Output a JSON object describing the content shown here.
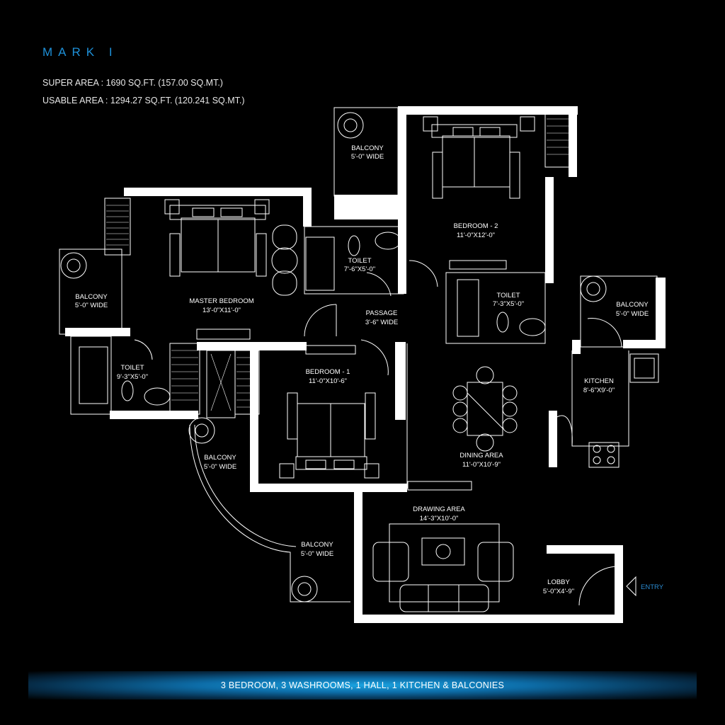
{
  "header": {
    "title": "MARK I",
    "super_area": "SUPER AREA : 1690 SQ.FT. (157.00 SQ.MT.)",
    "usable_area": "USABLE AREA : 1294.27 SQ.FT. (120.241 SQ.MT.)"
  },
  "rooms": {
    "balcony_top": {
      "name": "BALCONY",
      "size": "5'-0\" WIDE"
    },
    "bedroom2": {
      "name": "BEDROOM - 2",
      "size": "11'-0\"X12'-0\""
    },
    "toilet_top": {
      "name": "TOILET",
      "size": "7'-6\"X5'-0\""
    },
    "toilet_b2": {
      "name": "TOILET",
      "size": "7'-3\"X5'-0\""
    },
    "balcony_left": {
      "name": "BALCONY",
      "size": "5'-0\" WIDE"
    },
    "master_bedroom": {
      "name": "MASTER BEDROOM",
      "size": "13'-0\"X11'-0\""
    },
    "passage": {
      "name": "PASSAGE",
      "size": "3'-6\" WIDE"
    },
    "balcony_right": {
      "name": "BALCONY",
      "size": "5'-0\" WIDE"
    },
    "toilet_left": {
      "name": "TOILET",
      "size": "9'-3\"X5'-0\""
    },
    "bedroom1": {
      "name": "BEDROOM - 1",
      "size": "11'-0\"X10'-6\""
    },
    "kitchen": {
      "name": "KITCHEN",
      "size": "8'-6\"X9'-0\""
    },
    "balcony_mid": {
      "name": "BALCONY",
      "size": "5'-0\" WIDE"
    },
    "dining": {
      "name": "DINING AREA",
      "size": "11'-0\"X10'-9\""
    },
    "drawing": {
      "name": "DRAWING AREA",
      "size": "14'-3\"X10'-0\""
    },
    "balcony_bottom": {
      "name": "BALCONY",
      "size": "5'-0\" WIDE"
    },
    "lobby": {
      "name": "LOBBY",
      "size": "5'-0\"X4'-9\""
    }
  },
  "entry_label": "ENTRY",
  "footer": {
    "banner_text": "3 BEDROOM, 3 WASHROOMS, 1 HALL, 1 KITCHEN & BALCONIES"
  },
  "colors": {
    "accent": "#1e90d8",
    "background": "#000000",
    "wall": "#ffffff"
  }
}
